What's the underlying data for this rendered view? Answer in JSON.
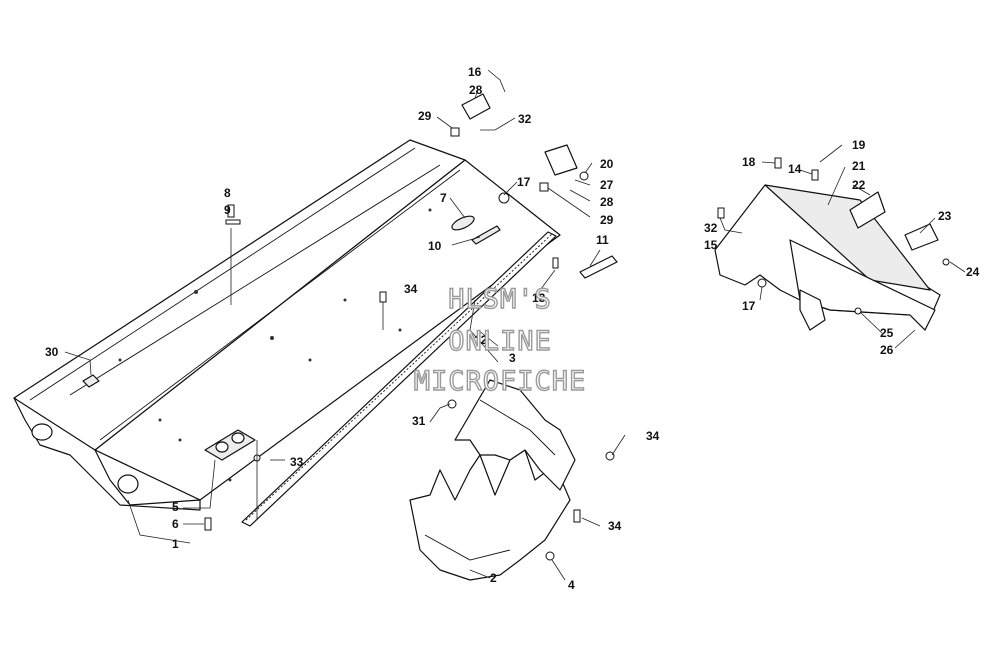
{
  "watermark": {
    "line1": "HLSM'S",
    "line2": "ONLINE",
    "line3": "MICROFICHE"
  },
  "callouts": {
    "c1": "1",
    "c2": "2",
    "c3": "3",
    "c4": "4",
    "c5": "5",
    "c6": "6",
    "c7": "7",
    "c8": "8",
    "c9": "9",
    "c10": "10",
    "c11": "11",
    "c12": "12",
    "c13": "13",
    "c14": "14",
    "c15": "15",
    "c16": "16",
    "c17a": "17",
    "c17b": "17",
    "c18": "18",
    "c19": "19",
    "c20": "20",
    "c21": "21",
    "c22": "22",
    "c23": "23",
    "c24": "24",
    "c25": "25",
    "c26": "26",
    "c27": "27",
    "c28a": "28",
    "c28b": "28",
    "c29a": "29",
    "c29b": "29",
    "c30": "30",
    "c31": "31",
    "c32a": "32",
    "c32b": "32",
    "c33": "33",
    "c34a": "34",
    "c34b": "34",
    "c34c": "34"
  }
}
